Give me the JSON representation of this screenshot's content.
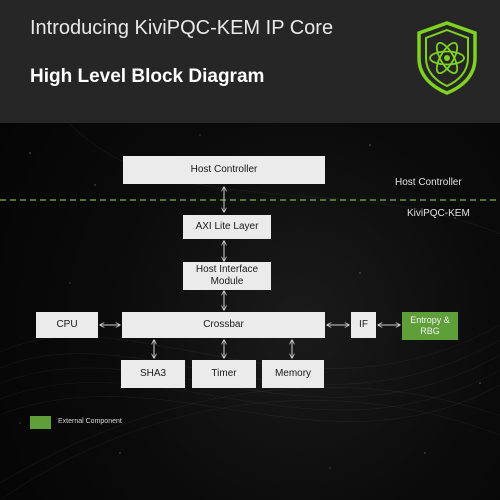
{
  "header": {
    "intro": "Introducing KiviPQC-KEM IP Core",
    "heading": "High Level Block Diagram",
    "logo_icon": "shield-atom-icon"
  },
  "diagram": {
    "blocks": {
      "host_controller": "Host Controller",
      "axi_lite": "AXI Lite Layer",
      "host_interface": "Host Interface\nModule",
      "crossbar": "Crossbar",
      "cpu": "CPU",
      "if": "IF",
      "entropy": "Entropy &\nRBG",
      "sha3": "SHA3",
      "timer": "Timer",
      "memory": "Memory"
    },
    "domain_labels": {
      "host": "Host Controller",
      "ip": "KiviPQC-KEM"
    }
  },
  "legend": {
    "label": "External Component"
  },
  "colors": {
    "accent_green": "#5f9f3a",
    "logo_green": "#7ed321",
    "block_fill": "#ebebeb",
    "header_bg": "#262626"
  }
}
